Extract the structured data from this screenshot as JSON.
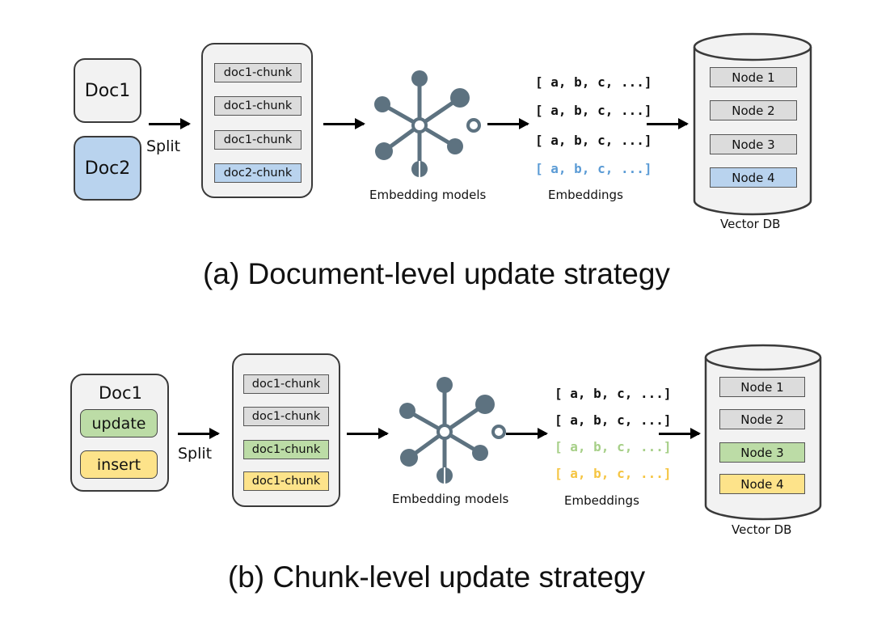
{
  "panel_a": {
    "docs": [
      "Doc1",
      "Doc2"
    ],
    "split_label": "Split",
    "chunks": [
      "doc1-chunk",
      "doc1-chunk",
      "doc1-chunk",
      "doc2-chunk"
    ],
    "model_label": "Embedding models",
    "embeddings": [
      "[ a, b, c, ...]",
      "[ a, b, c, ...]",
      "[ a, b, c, ...]",
      "[ a, b, c, ...]"
    ],
    "embeddings_label": "Embeddings",
    "nodes": [
      "Node 1",
      "Node 2",
      "Node 3",
      "Node 4"
    ],
    "db_label": "Vector DB",
    "caption": "(a) Document-level update strategy"
  },
  "panel_b": {
    "doc_title": "Doc1",
    "ops": [
      "update",
      "insert"
    ],
    "split_label": "Split",
    "chunks": [
      "doc1-chunk",
      "doc1-chunk",
      "doc1-chunk",
      "doc1-chunk"
    ],
    "model_label": "Embedding models",
    "embeddings": [
      "[ a, b, c, ...]",
      "[ a, b, c, ...]",
      "[ a, b, c, ...]",
      "[ a, b, c, ...]"
    ],
    "embeddings_label": "Embeddings",
    "nodes": [
      "Node 1",
      "Node 2",
      "Node 3",
      "Node 4"
    ],
    "db_label": "Vector DB",
    "caption": "(b) Chunk-level update strategy"
  },
  "colors": {
    "blue": "#b9d3ee",
    "green": "#bcdca6",
    "yellow": "#fde38a",
    "gray": "#dcdcdc",
    "icon": "#5d7280"
  }
}
